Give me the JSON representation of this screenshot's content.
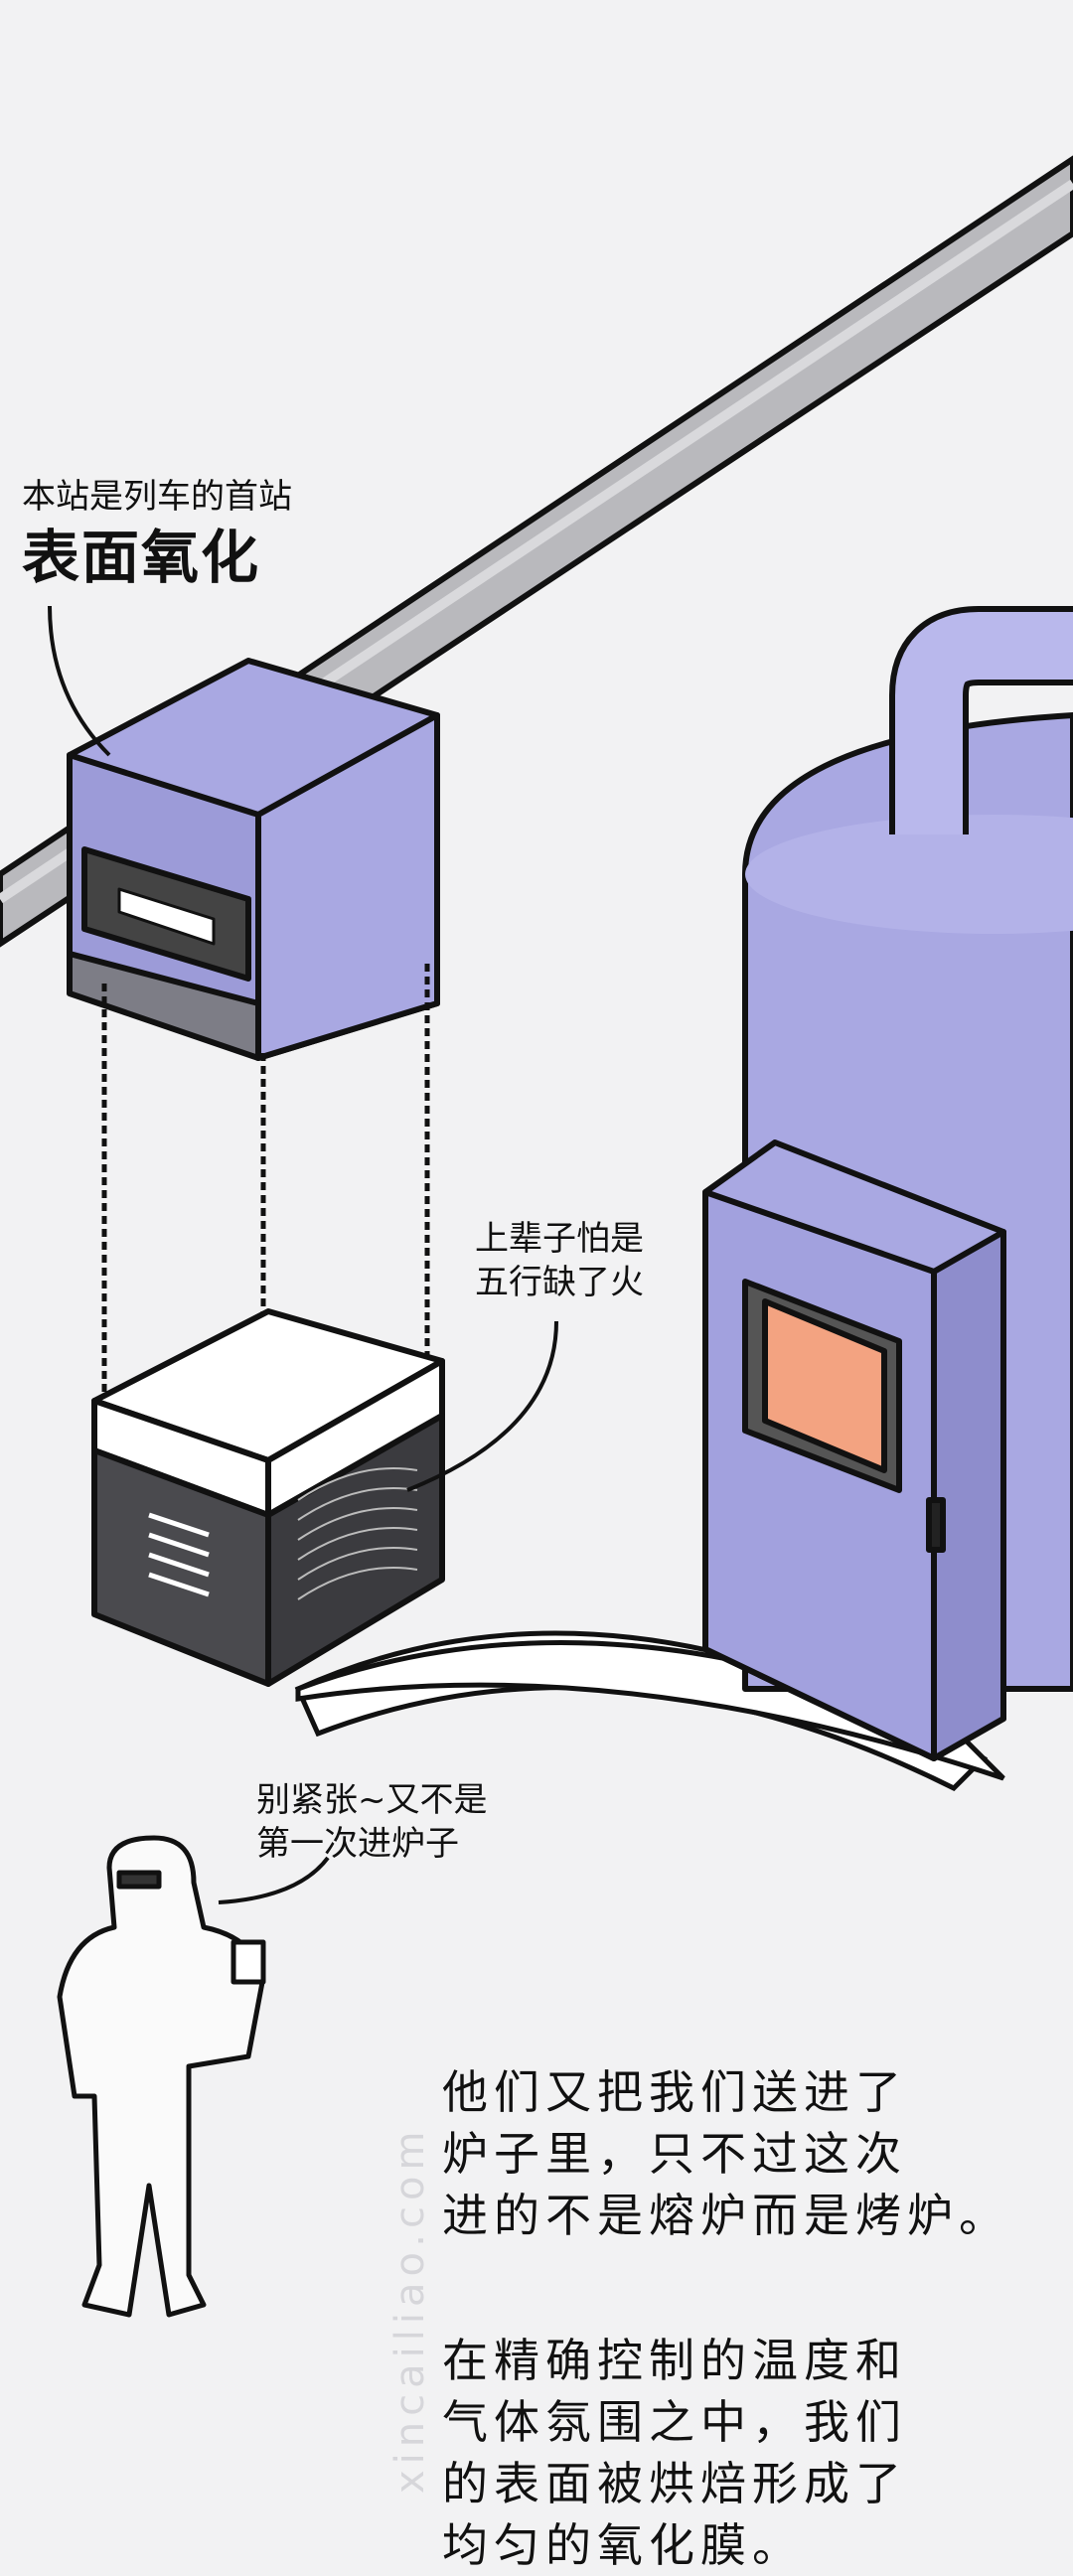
{
  "captions": {
    "station_intro": "本站是列车的首站",
    "station_title": "表面氧化",
    "worry_line1": "上辈子怕是",
    "worry_line2": "五行缺了火",
    "calm_line1": "别紧张~又不是",
    "calm_line2": "第一次进炉子"
  },
  "narration": {
    "para1": [
      "他们又把我们送进了",
      "炉子里，只不过这次",
      "进的不是熔炉而是烤炉。"
    ],
    "para2": [
      "在精确控制的温度和",
      "气体氛围之中，我们",
      "的表面被烘焙形成了",
      "均匀的氧化膜。"
    ]
  },
  "watermark": "xincailiao.com",
  "colors": {
    "background": "#f2f2f3",
    "machine_purple": "#a9a8e2",
    "machine_shadow": "#8e8dcc",
    "outline": "#111111",
    "furnace_window": "#f3a381"
  }
}
